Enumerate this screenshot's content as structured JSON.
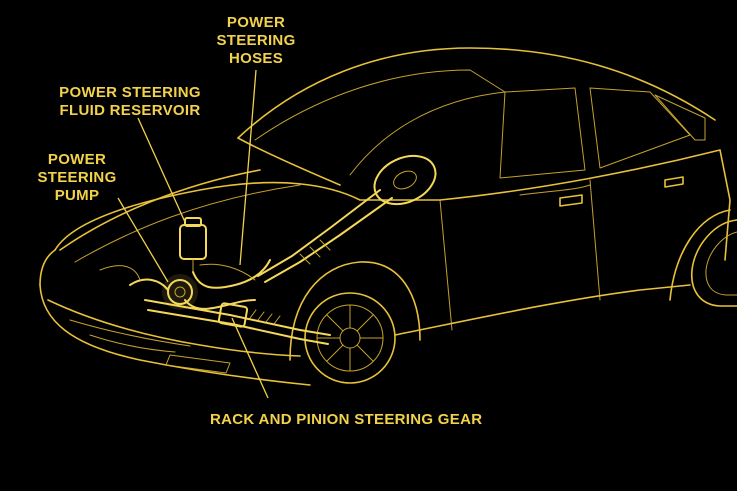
{
  "diagram": {
    "labels": {
      "hoses": [
        "POWER",
        "STEERING",
        "HOSES"
      ],
      "reservoir": [
        "POWER STEERING",
        "FLUID RESERVOIR"
      ],
      "pump": [
        "POWER",
        "STEERING",
        "PUMP"
      ],
      "gear": "RACK AND PINION STEERING GEAR"
    },
    "colors": {
      "background": "#000000",
      "line": "#e8c13a",
      "label": "#f2d24a"
    }
  }
}
